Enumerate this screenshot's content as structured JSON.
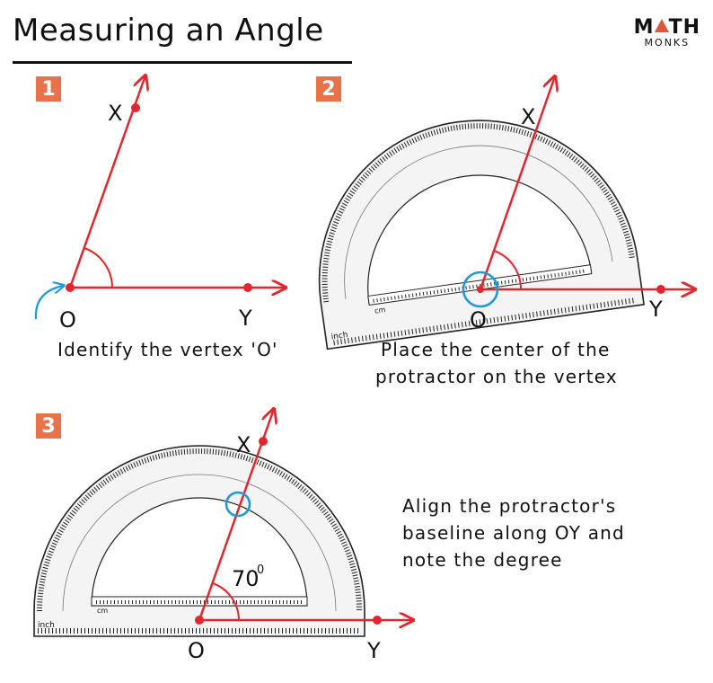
{
  "header": {
    "title": "Measuring an Angle"
  },
  "logo": {
    "line1_a": "M",
    "line1_b": "TH",
    "line2": "MONKS"
  },
  "steps": [
    {
      "number": "1",
      "caption": "Identify the vertex 'O'"
    },
    {
      "number": "2",
      "caption_line1": "Place the center of the",
      "caption_line2": "protractor on the vertex"
    },
    {
      "number": "3",
      "caption_line1": "Align the protractor's",
      "caption_line2": "baseline along OY and",
      "caption_line3": "note the degree"
    }
  ],
  "labels": {
    "vertex": "O",
    "ray_x": "X",
    "ray_y": "Y"
  },
  "angle_readout": {
    "value": "70",
    "unit": "0"
  },
  "protractor": {
    "inch_label": "inch",
    "cm_label": "cm"
  },
  "colors": {
    "ray": "#e3262e",
    "highlight": "#1f9ad6",
    "badge": "#e8734a",
    "logo_accent": "#e2533b"
  }
}
